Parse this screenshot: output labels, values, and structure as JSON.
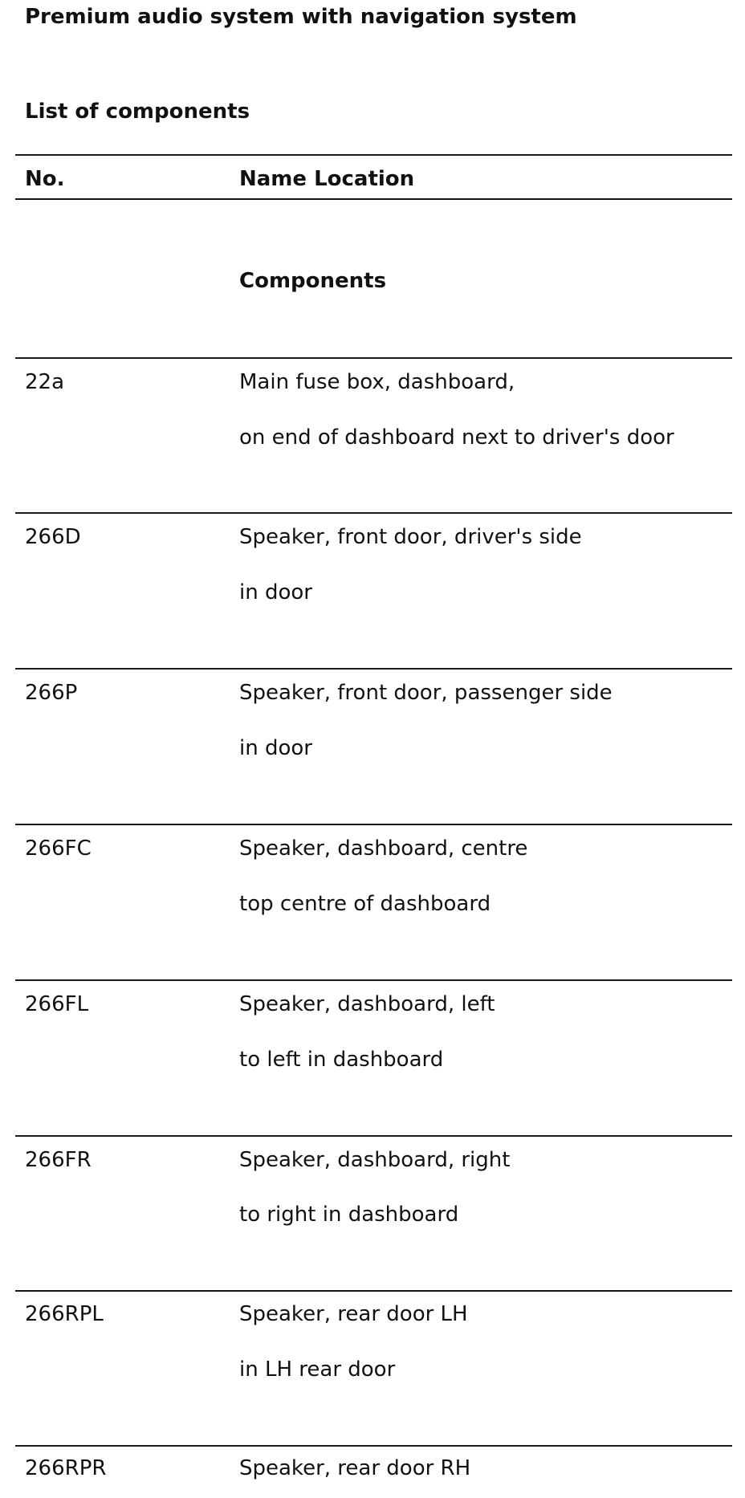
{
  "document": {
    "title": "Premium audio system with navigation system",
    "section_title": "List of components"
  },
  "table": {
    "header": {
      "no": "No.",
      "name_location": "Name Location"
    },
    "group_heading": "Components",
    "rows": [
      {
        "no": "22a",
        "name": "Main fuse box, dashboard,",
        "location": "on end of dashboard next to driver's door"
      },
      {
        "no": "266D",
        "name": "Speaker, front door, driver's side",
        "location": "in door"
      },
      {
        "no": "266P",
        "name": "Speaker, front door, passenger side",
        "location": "in door"
      },
      {
        "no": "266FC",
        "name": "Speaker, dashboard, centre",
        "location": "top centre of dashboard"
      },
      {
        "no": "266FL",
        "name": "Speaker, dashboard, left",
        "location": "to left in dashboard"
      },
      {
        "no": "266FR",
        "name": "Speaker, dashboard, right",
        "location": "to right in dashboard"
      },
      {
        "no": "266RPL",
        "name": "Speaker, rear door LH",
        "location": "in LH rear door"
      },
      {
        "no": "266RPR",
        "name": "Speaker, rear door RH",
        "location": ""
      }
    ]
  }
}
